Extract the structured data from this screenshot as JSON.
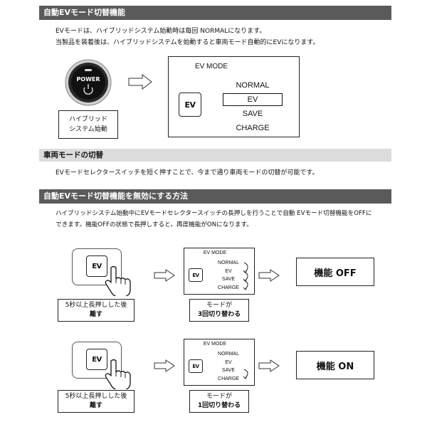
{
  "section1": {
    "header": "自動EVモード切替機能",
    "line1": "EVモードは、ハイブリッドシステム始動時は毎回 NORMALになります。",
    "line2": "当製品を装着後は、ハイブリッドシステムを始動すると車両モード自動的にEVになります。",
    "power_label": "POWER",
    "caption_line1": "ハイブリッド",
    "caption_line2": "システム始動",
    "panel_title": "EV MODE",
    "modes": [
      "NORMAL",
      "EV",
      "SAVE",
      "CHARGE"
    ],
    "icon_text": "EV"
  },
  "section2": {
    "header": "車両モードの切替",
    "line1": "EVモードセレクタースイッチを短く押すことで、今まで通り車両モードの切替が可能です。"
  },
  "section3": {
    "header": "自動EVモード切替機能を無効にする方法",
    "line1": "ハイブリッドシステム始動中にEVモードセレクタースイッチの長押しを行うことで自動 EVモード切替機能をOFFに",
    "line2": "できます。機能OFFの状態で長押しすると、再度機能がONになります。",
    "row1": {
      "caption_line1": "5秒以上長押しした後",
      "caption_line2": "離す",
      "panel_title": "EV MODE",
      "modes": [
        "NORMAL",
        "EV",
        "SAVE",
        "CHARGE"
      ],
      "mode_caption_line1": "モードが",
      "mode_caption_line2": "3回切り替わる",
      "result": "機能 OFF"
    },
    "row2": {
      "caption_line1": "5秒以上長押しした後",
      "caption_line2": "離す",
      "panel_title": "EV MODE",
      "modes": [
        "NORMAL",
        "EV",
        "SAVE",
        "CHARGE"
      ],
      "mode_caption_line1": "モードが",
      "mode_caption_line2": "1回切り替わる",
      "result": "機能 ON"
    },
    "icon_text": "EV"
  }
}
